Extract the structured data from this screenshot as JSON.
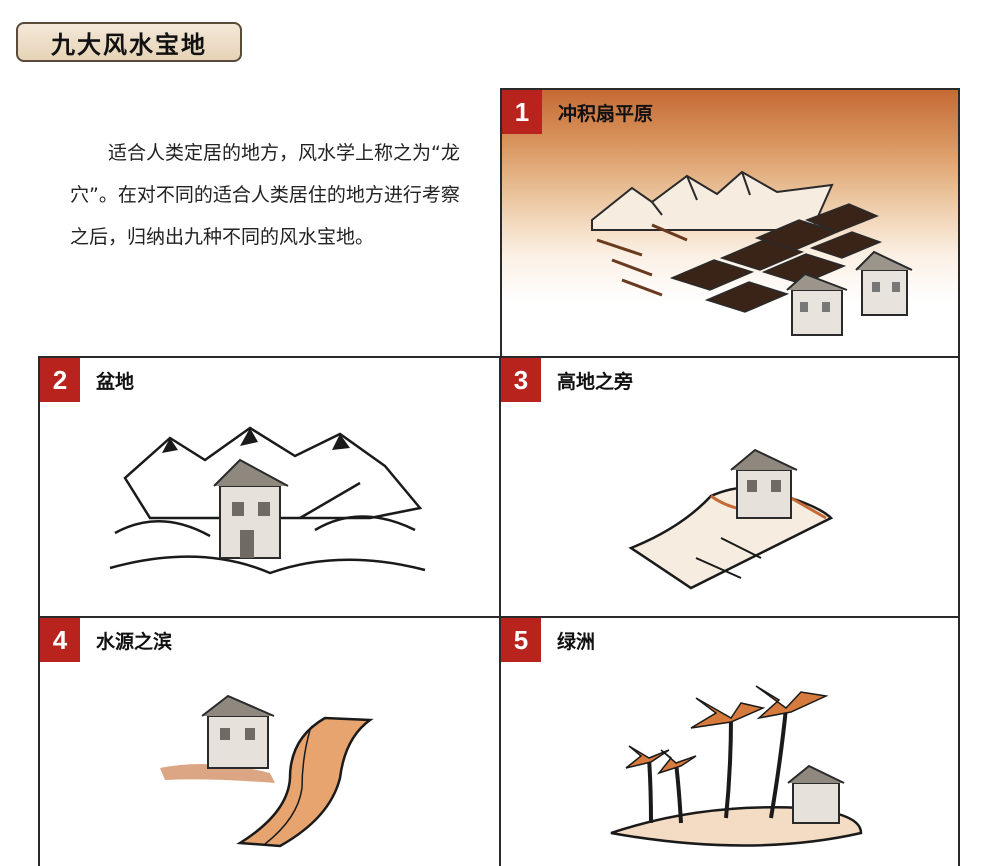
{
  "title": "九大风水宝地",
  "intro": "适合人类定居的地方，风水学上称之为“龙穴”。在对不同的适合人类居住的地方进行考察之后，归纳出九种不同的风水宝地。",
  "panels": [
    {
      "number": "1",
      "label": "冲积扇平原",
      "icon": "alluvial-plain-fields-houses"
    },
    {
      "number": "2",
      "label": "盆地",
      "icon": "basin-house-among-mountains"
    },
    {
      "number": "3",
      "label": "高地之旁",
      "icon": "house-on-hill"
    },
    {
      "number": "4",
      "label": "水源之滨",
      "icon": "house-beside-river"
    },
    {
      "number": "5",
      "label": "绿洲",
      "icon": "oasis-palm-trees"
    }
  ],
  "colors": {
    "accent_red": "#b8231e",
    "sepia": "#c56a34",
    "ink": "#2a2a2a"
  }
}
